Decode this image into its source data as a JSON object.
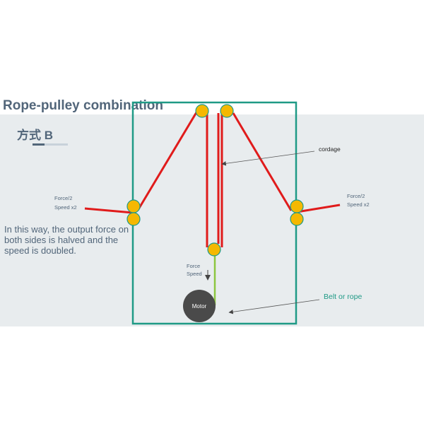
{
  "title": "Rope-pulley combination",
  "subtitle": "方式 B",
  "description": "In this way, the output force on both sides is halved and the speed is doubled.",
  "progress": 0.33,
  "labels": {
    "left_force": "Force/2",
    "left_speed": "Speed x2",
    "right_force": "Force/2",
    "right_speed": "Speed x2",
    "mid_force": "Force",
    "mid_speed": "Speed",
    "cordage": "cordage",
    "belt": "Belt or rope",
    "motor": "Motor"
  },
  "colors": {
    "frame": "#1f9a86",
    "rope": "#e01b1b",
    "pulley": "#f5b800",
    "pulley_border": "#1f9a86",
    "belt": "#8cc63f",
    "motor": "#4a4a4a",
    "text": "#52667a",
    "belt_label": "#1f9a86"
  }
}
